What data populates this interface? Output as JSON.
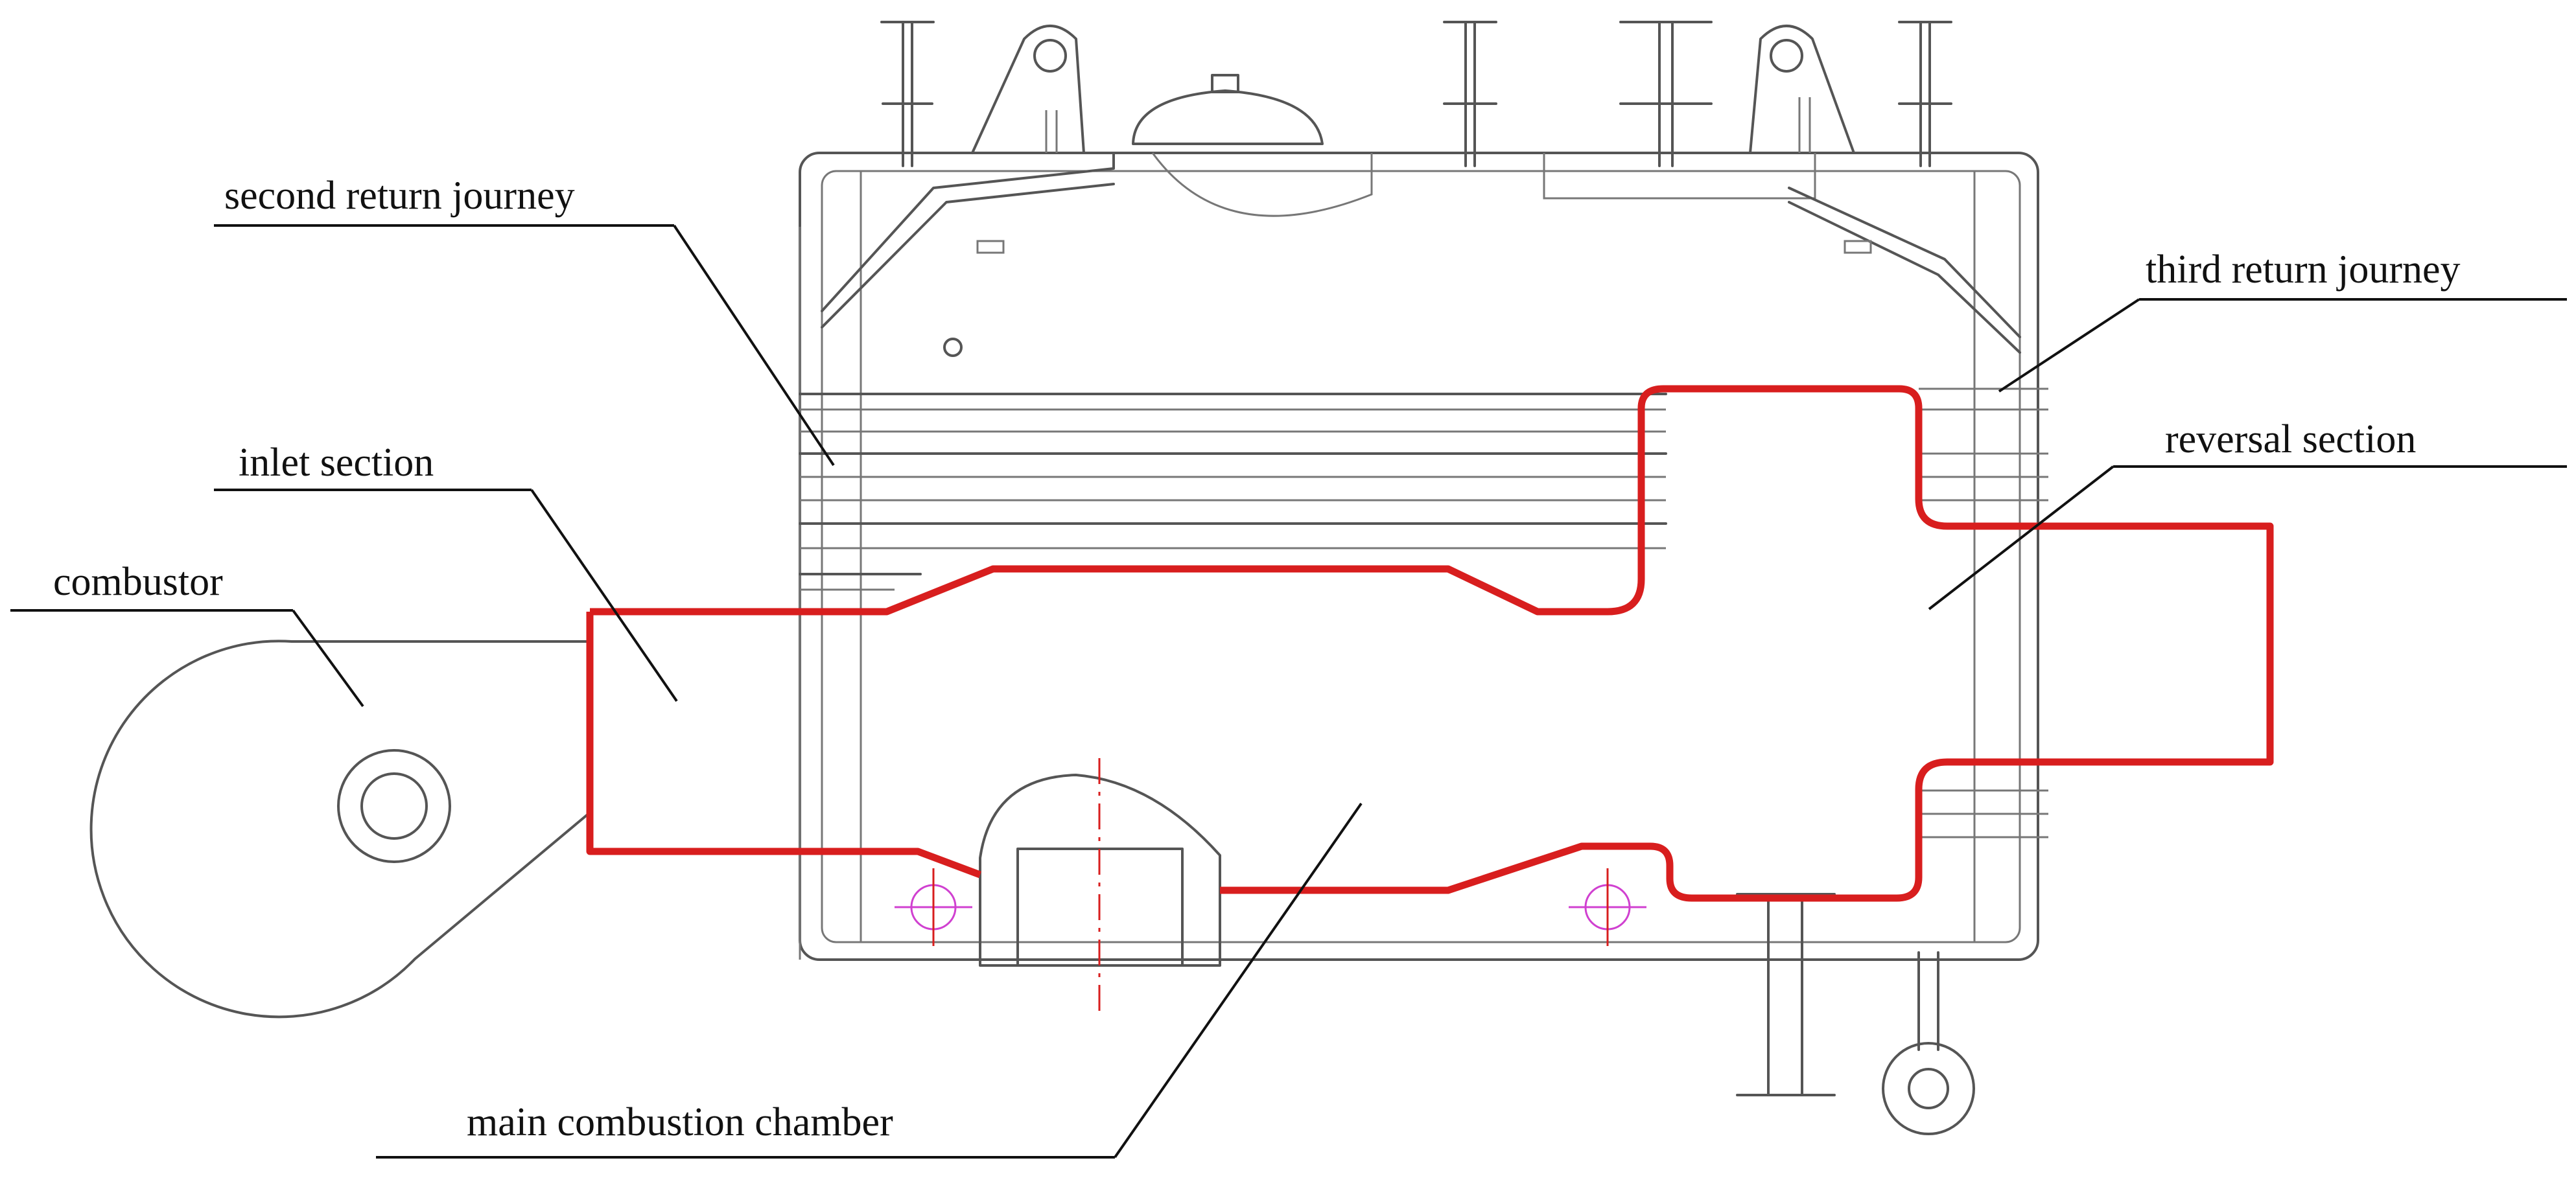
{
  "labels": {
    "second_return": "second return journey",
    "third_return": "third return journey",
    "inlet": "inlet section",
    "reversal": "reversal section",
    "combustor": "combustor",
    "main_chamber": "main combustion chamber"
  },
  "colors": {
    "flue_path": "#d81e1e",
    "outline": "#555555",
    "label_text": "#111111",
    "leader": "#111111",
    "centerline": "#d81e1e",
    "marker": "#d040d0"
  }
}
